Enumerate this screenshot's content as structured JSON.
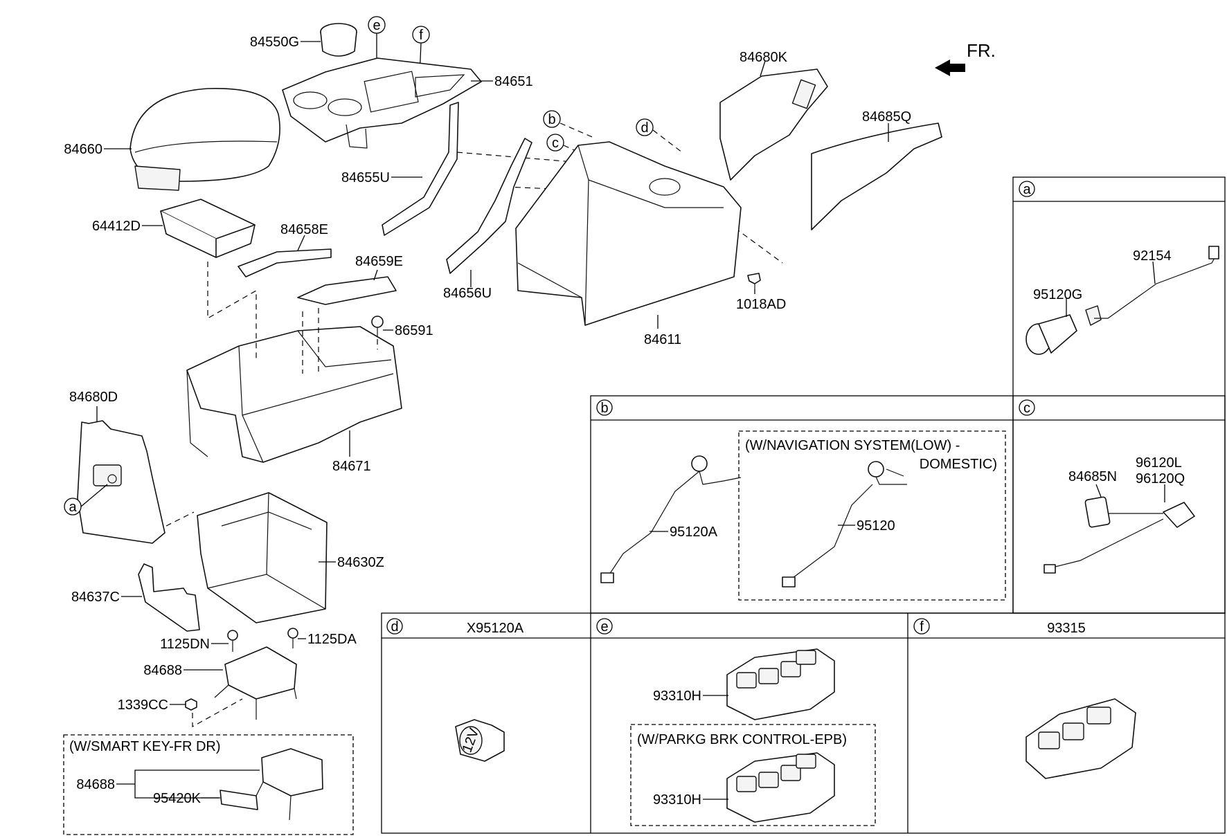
{
  "orientation": "FR.",
  "parts": {
    "p84550G": "84550G",
    "p84651": "84651",
    "p84660": "84660",
    "p84655U": "84655U",
    "p64412D": "64412D",
    "p84658E": "84658E",
    "p84659E": "84659E",
    "p84656U": "84656U",
    "p86591": "86591",
    "p84611": "84611",
    "p1018AD": "1018AD",
    "p84680K": "84680K",
    "p84685Q": "84685Q",
    "p84680D": "84680D",
    "p84671": "84671",
    "p84630Z": "84630Z",
    "p84637C": "84637C",
    "p1125DN": "1125DN",
    "p1125DA": "1125DA",
    "p84688": "84688",
    "p1339CC": "1339CC",
    "p84688b": "84688",
    "p95420K": "95420K",
    "p92154": "92154",
    "p95120G": "95120G",
    "p95120A": "95120A",
    "p95120": "95120",
    "p84685N": "84685N",
    "p96120L": "96120L",
    "p96120Q": "96120Q",
    "p93310H_e": "93310H",
    "p93310H_epb": "93310H"
  },
  "callouts": {
    "a": "a",
    "b": "b",
    "c": "c",
    "d": "d",
    "e": "e",
    "f": "f"
  },
  "panels": {
    "d_title": "X95120A",
    "f_title": "93315",
    "nav_note_1": "(W/NAVIGATION SYSTEM(LOW) -",
    "nav_note_2": "DOMESTIC)",
    "smart_key_note": "(W/SMART KEY-FR DR)",
    "epb_note": "(W/PARKG BRK CONTROL-EPB)",
    "socket_text": "12V"
  }
}
